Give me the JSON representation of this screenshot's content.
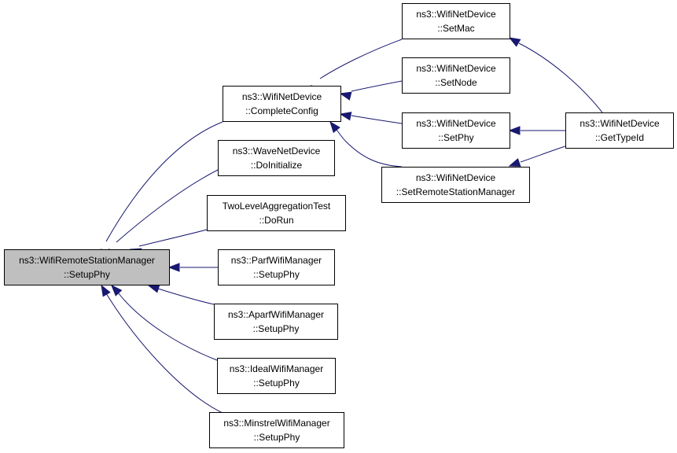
{
  "colors": {
    "edge": "#191970",
    "root_fill": "#bfbfbf",
    "node_fill": "#ffffff",
    "border": "#000000"
  },
  "nodes": [
    {
      "id": "root",
      "line1": "ns3::WifiRemoteStationManager",
      "line2": "::SetupPhy",
      "root": true
    },
    {
      "id": "completeconfig",
      "line1": "ns3::WifiNetDevice",
      "line2": "::CompleteConfig"
    },
    {
      "id": "wave",
      "line1": "ns3::WaveNetDevice",
      "line2": "::DoInitialize"
    },
    {
      "id": "twolevel",
      "line1": "TwoLevelAggregationTest",
      "line2": "::DoRun"
    },
    {
      "id": "parf",
      "line1": "ns3::ParfWifiManager",
      "line2": "::SetupPhy"
    },
    {
      "id": "aparf",
      "line1": "ns3::AparfWifiManager",
      "line2": "::SetupPhy"
    },
    {
      "id": "ideal",
      "line1": "ns3::IdealWifiManager",
      "line2": "::SetupPhy"
    },
    {
      "id": "minstrel",
      "line1": "ns3::MinstrelWifiManager",
      "line2": "::SetupPhy"
    },
    {
      "id": "setmac",
      "line1": "ns3::WifiNetDevice",
      "line2": "::SetMac"
    },
    {
      "id": "setnode",
      "line1": "ns3::WifiNetDevice",
      "line2": "::SetNode"
    },
    {
      "id": "setphy",
      "line1": "ns3::WifiNetDevice",
      "line2": "::SetPhy"
    },
    {
      "id": "setrsm",
      "line1": "ns3::WifiNetDevice",
      "line2": "::SetRemoteStationManager"
    },
    {
      "id": "gettypeid",
      "line1": "ns3::WifiNetDevice",
      "line2": "::GetTypeId"
    }
  ],
  "edges": [
    {
      "from": "completeconfig",
      "to": "root"
    },
    {
      "from": "wave",
      "to": "root"
    },
    {
      "from": "twolevel",
      "to": "root"
    },
    {
      "from": "parf",
      "to": "root"
    },
    {
      "from": "aparf",
      "to": "root"
    },
    {
      "from": "ideal",
      "to": "root"
    },
    {
      "from": "minstrel",
      "to": "root"
    },
    {
      "from": "setmac",
      "to": "completeconfig"
    },
    {
      "from": "setnode",
      "to": "completeconfig"
    },
    {
      "from": "setphy",
      "to": "completeconfig"
    },
    {
      "from": "setrsm",
      "to": "completeconfig"
    },
    {
      "from": "gettypeid",
      "to": "setmac"
    },
    {
      "from": "gettypeid",
      "to": "setphy"
    },
    {
      "from": "gettypeid",
      "to": "setrsm"
    }
  ]
}
